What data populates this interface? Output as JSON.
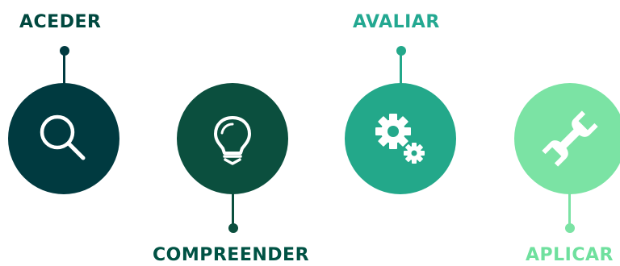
{
  "colors": {
    "step1": "#003a40",
    "step2": "#0b4f3e",
    "step3": "#23a88a",
    "step4": "#7be3a4",
    "step1_text": "#00483f",
    "step2_text": "#005244",
    "step3_text": "#23a891",
    "step4_text": "#6fe09e"
  },
  "steps": [
    {
      "label": "ACEDER",
      "icon": "search-icon",
      "position": "top"
    },
    {
      "label": "COMPREENDER",
      "icon": "lightbulb-icon",
      "position": "bottom"
    },
    {
      "label": "AVALIAR",
      "icon": "gears-icon",
      "position": "top"
    },
    {
      "label": "APLICAR",
      "icon": "wrench-icon",
      "position": "bottom"
    }
  ]
}
